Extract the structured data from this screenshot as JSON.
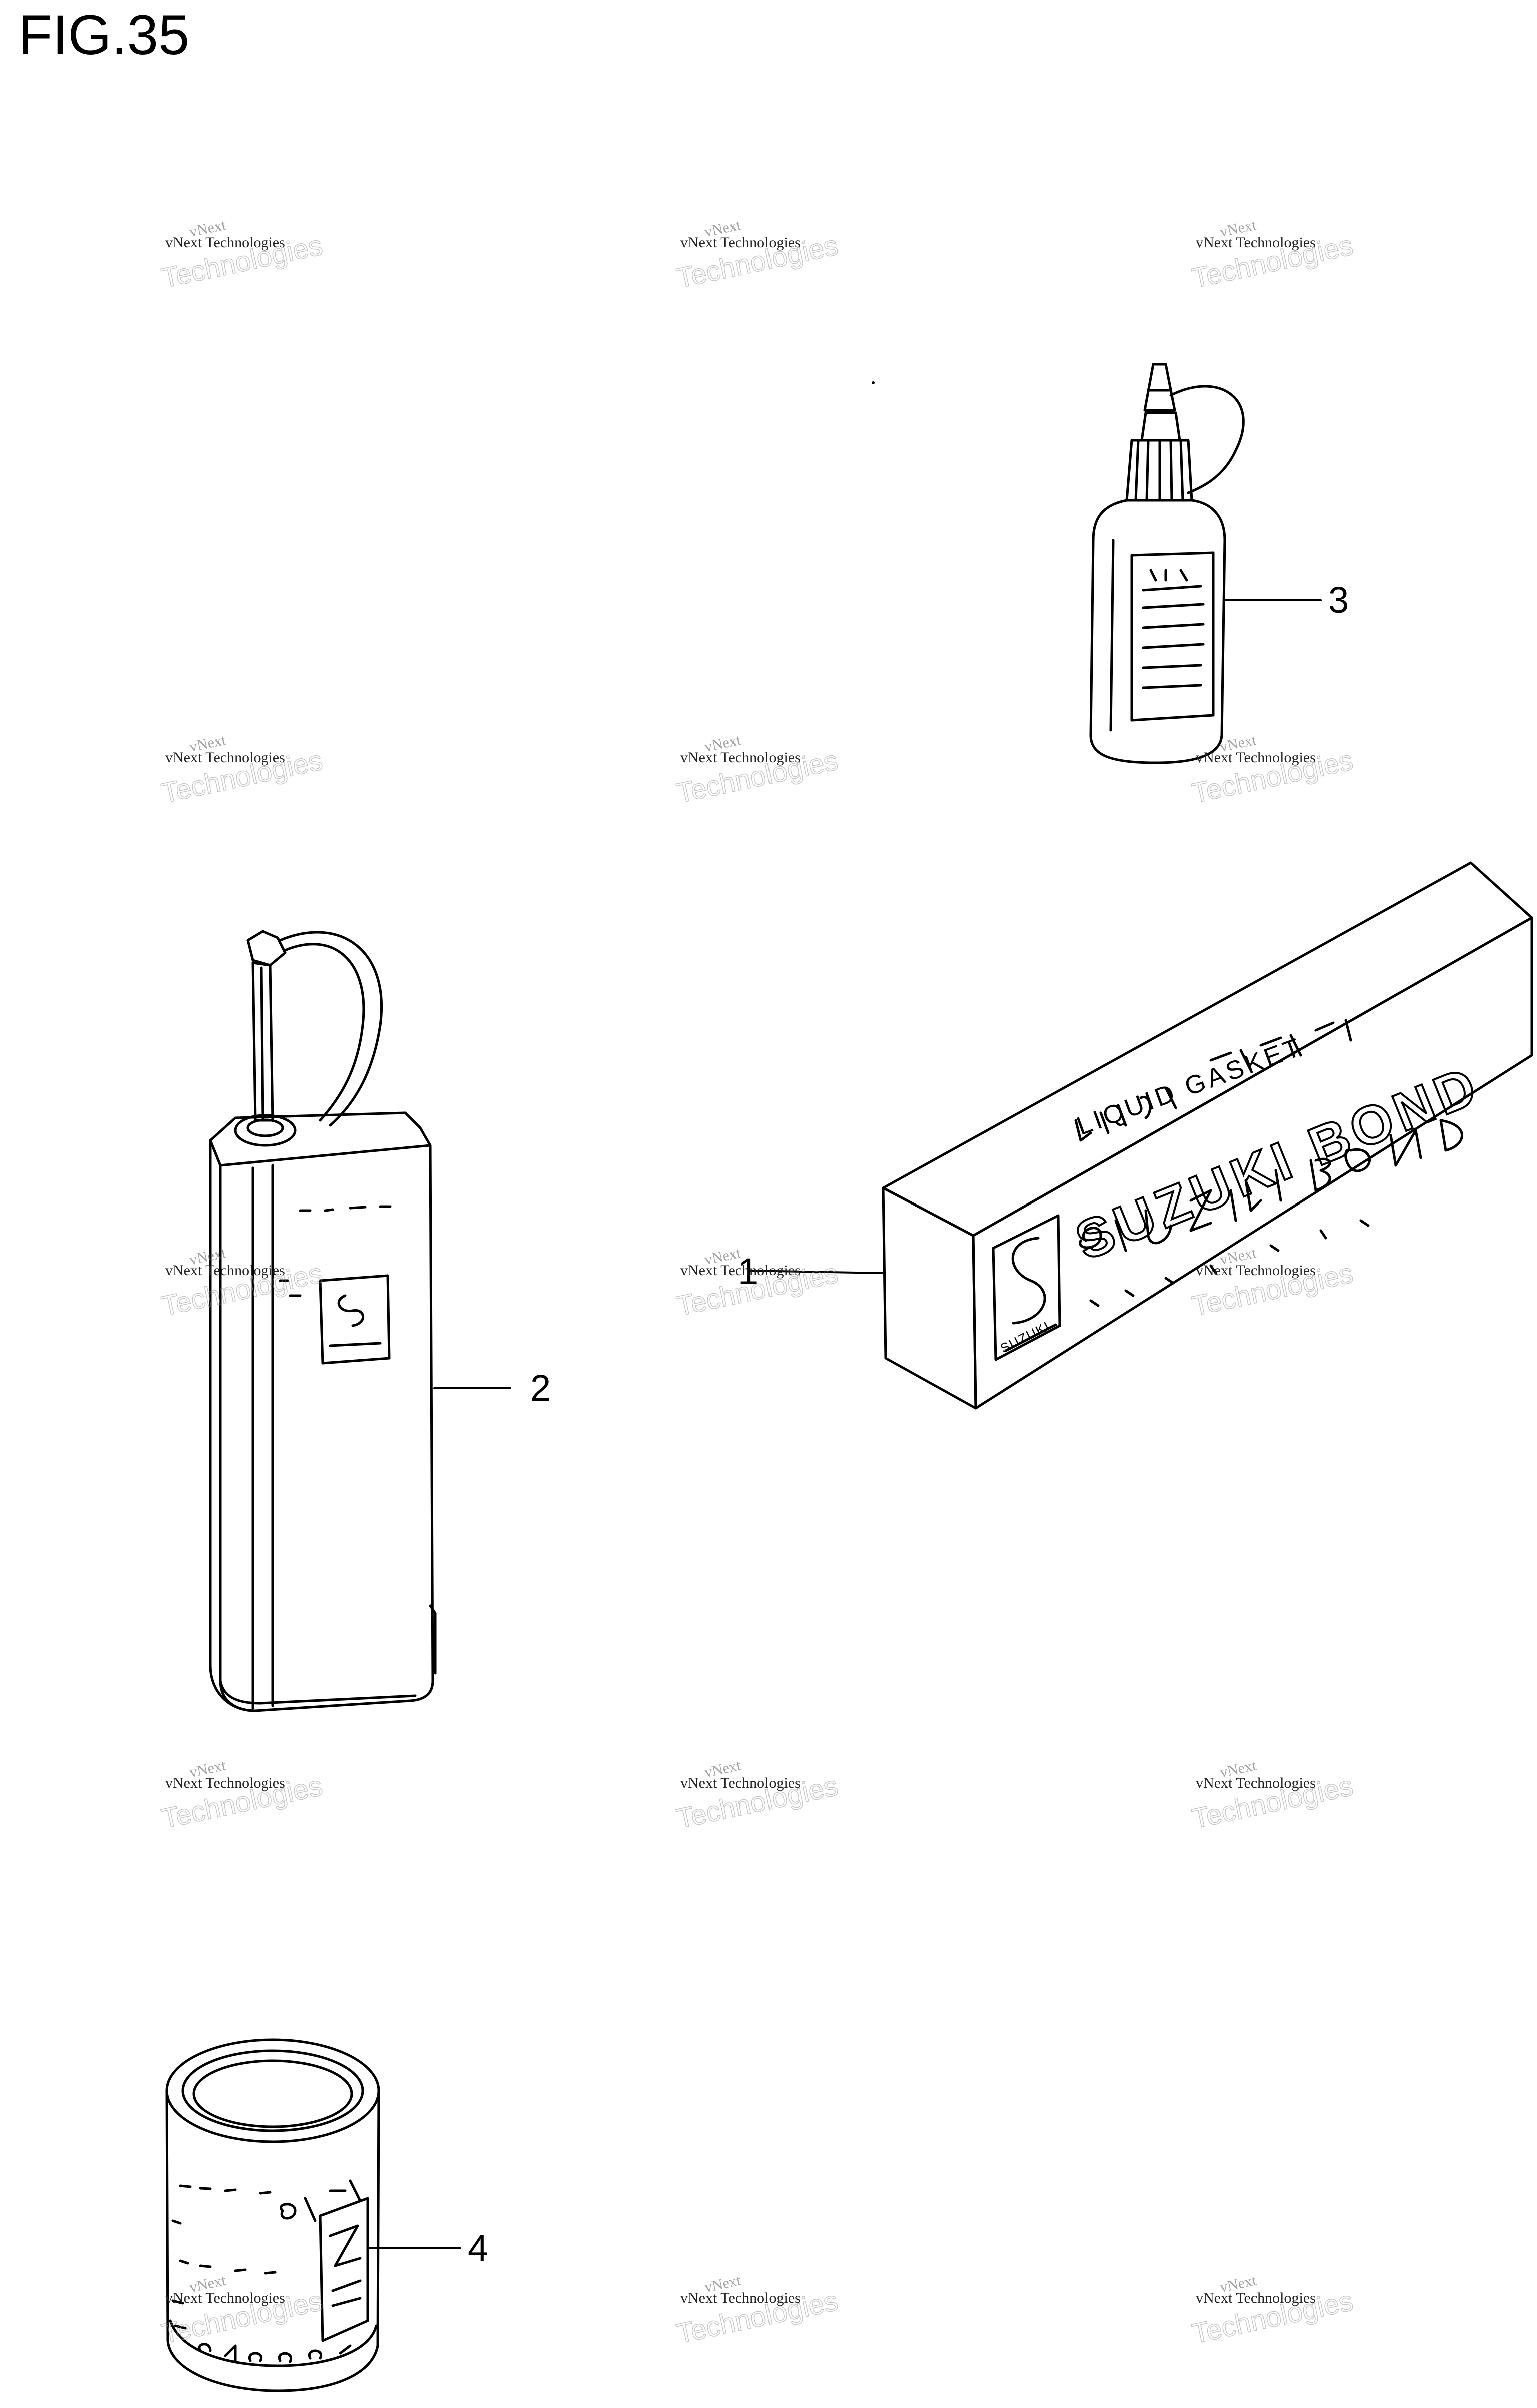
{
  "figure": {
    "title": "FIG.35"
  },
  "callouts": [
    {
      "id": "1",
      "label": "1"
    },
    {
      "id": "2",
      "label": "2"
    },
    {
      "id": "3",
      "label": "3"
    },
    {
      "id": "4",
      "label": "4"
    }
  ],
  "box_label": {
    "line1": "LIQUID GASKET",
    "line2": "SUZUKI BOND",
    "brand": "SUZUKI"
  },
  "watermark": {
    "small": "vNext Technologies",
    "faint_top": "vNext",
    "faint_bottom": "Technologies"
  }
}
